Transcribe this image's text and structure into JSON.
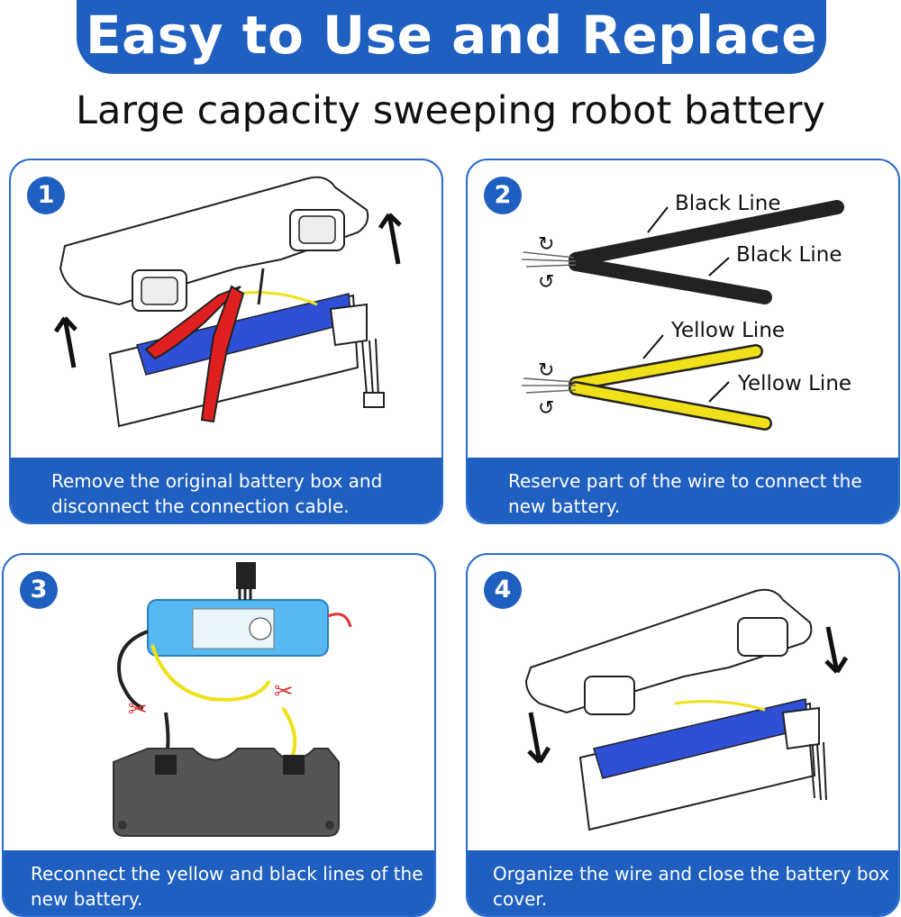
{
  "header": {
    "title": "Easy to Use and Replace",
    "subtitle": "Large capacity sweeping robot battery"
  },
  "steps": [
    {
      "number": "1",
      "caption": "Remove the original battery box and disconnect the connection cable."
    },
    {
      "number": "2",
      "caption": "Reserve part of the wire to connect the new battery.",
      "labels": [
        "Black Line",
        "Black Line",
        "Yellow Line",
        "Yellow Line"
      ]
    },
    {
      "number": "3",
      "caption": "Reconnect the yellow and black lines of the new battery."
    },
    {
      "number": "4",
      "caption": "Organize the wire and close the battery box cover."
    }
  ],
  "colors": {
    "brand_blue": "#1f5fbf",
    "battery_blue": "#2f4fd6",
    "wire_yellow": "#f0e01a",
    "plier_red": "#e02020"
  }
}
